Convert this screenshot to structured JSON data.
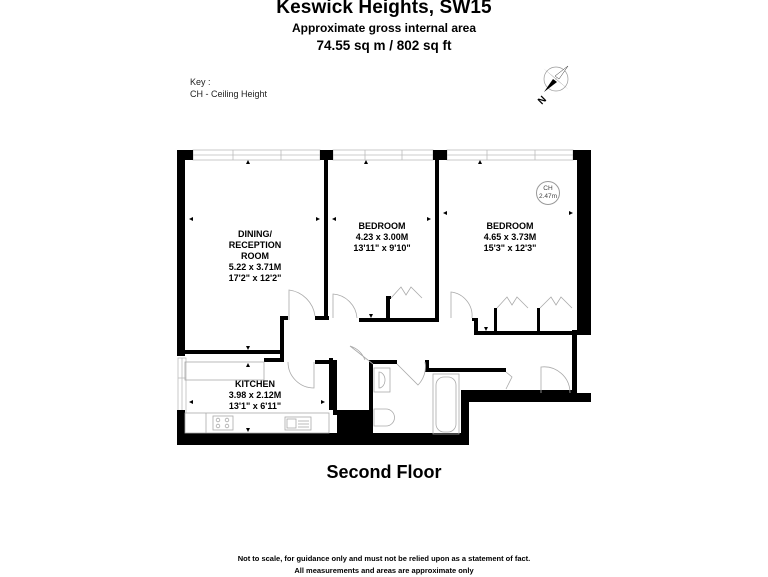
{
  "header": {
    "title": "Keswick Heights, SW15",
    "subtitle": "Approximate gross internal area",
    "area_sqm": "74.55 sq m",
    "area_sqft": "802 sq ft",
    "area_text": "74.55 sq m /  802 sq ft"
  },
  "key": {
    "heading": "Key :",
    "entries": [
      "CH - Ceiling Height"
    ]
  },
  "compass": {
    "icon": "compass-rose-icon",
    "north_label": "N"
  },
  "floor": {
    "name": "Second Floor",
    "rooms": [
      {
        "id": "dining-reception",
        "name_lines": [
          "DINING/",
          "RECEPTION",
          "ROOM"
        ],
        "metric": "5.22 x 3.71M",
        "imperial": "17'2\" x 12'2\""
      },
      {
        "id": "bedroom-1",
        "name_lines": [
          "BEDROOM"
        ],
        "metric": "4.23 x 3.00M",
        "imperial": "13'11\" x 9'10\""
      },
      {
        "id": "bedroom-2",
        "name_lines": [
          "BEDROOM"
        ],
        "metric": "4.65 x 3.73M",
        "imperial": "15'3\" x 12'3\""
      },
      {
        "id": "kitchen",
        "name_lines": [
          "KITCHEN"
        ],
        "metric": "3.98 x 2.12M",
        "imperial": "13'1\" x 6'11\""
      }
    ],
    "ceiling_height": {
      "label": "CH",
      "value": "2.47m"
    }
  },
  "footer": {
    "line1": "Not to scale, for guidance only and must not be relied upon as a statement of fact.",
    "line2": "All measurements and areas are approximate only"
  },
  "colors": {
    "wall": "#000000",
    "fixture_line": "#9a9a9a",
    "background": "#ffffff"
  }
}
